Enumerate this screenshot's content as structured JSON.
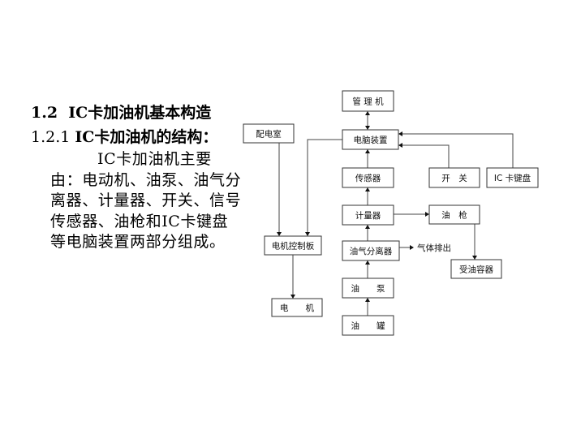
{
  "heading": {
    "section": "1.2",
    "title": "IC卡加油机基本构造"
  },
  "subheading": {
    "number": "1.2.1",
    "title": "IC卡加油机的结构："
  },
  "paragraph": "IC卡加油机主要由：电动机、油泵、油气分离器、计量器、开关、信号传感器、油枪和IC卡键盘等电脑装置两部分组成。",
  "diagram": {
    "boxes": {
      "management": "管 理 机",
      "computer": "电脑装置",
      "power_room": "配电室",
      "sensor": "传感器",
      "switch": "开　关",
      "ic_keypad": "IC 卡键盘",
      "meter": "计量器",
      "nozzle": "油　枪",
      "motor_board": "电机控制板",
      "separator": "油气分离器",
      "receiver": "受油容器",
      "pump": "油　　泵",
      "tank": "油　　罐",
      "motor": "电　　机"
    },
    "annotations": {
      "gas_exhaust": "气体排出"
    }
  }
}
